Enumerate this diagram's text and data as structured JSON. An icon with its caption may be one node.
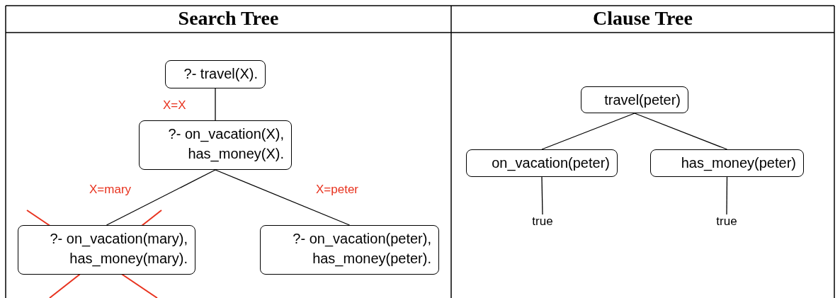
{
  "diagram": {
    "nodes": [
      {
        "text": [
          "?- travel(X)."
        ]
      },
      {
        "text": [
          "?- on_vacation(X), has_money(X)."
        ]
      },
      {
        "text": [
          "?- on_vacation(mary), has_money(mary)."
        ]
      },
      {
        "text": [
          "?- on_vacation(peter), has_money(peter)."
        ]
      },
      {
        "text": [
          "travel(peter)"
        ]
      },
      {
        "text": [
          "on_vacation(peter)"
        ]
      },
      {
        "text": [
          "has_money(peter)"
        ]
      },
      {
        "text": [
          "true"
        ]
      },
      {
        "text": [
          "true"
        ]
      }
    ],
    "edges": [
      {
        "from": 0,
        "to": 1,
        "arrow": "none",
        "label": "X=X"
      },
      {
        "from": 1,
        "to": 2,
        "arrow": "none",
        "label": "X=mary"
      },
      {
        "from": 1,
        "to": 3,
        "arrow": "none",
        "label": "X=peter"
      },
      {
        "from": 4,
        "to": 5,
        "arrow": "none"
      },
      {
        "from": 4,
        "to": 6,
        "arrow": "none"
      },
      {
        "from": 5,
        "to": 7,
        "arrow": "none"
      },
      {
        "from": 6,
        "to": 8,
        "arrow": "none"
      }
    ],
    "labels": [
      "Search Tree",
      "Clause Tree"
    ]
  }
}
